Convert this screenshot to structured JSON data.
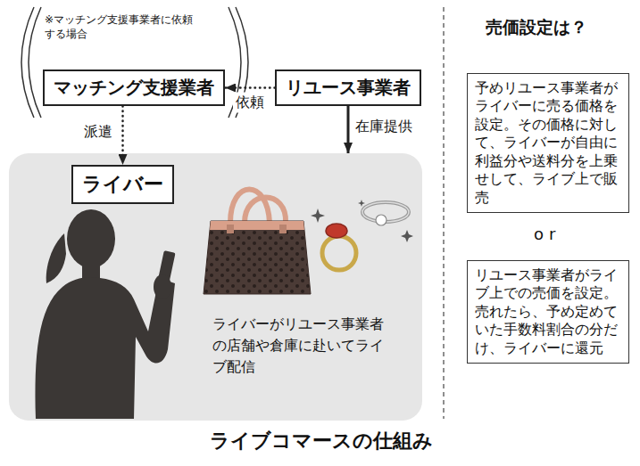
{
  "diagram": {
    "caption": "ライブコマースの仕組み",
    "nodes": [
      {
        "text": [
          "マッチング支援業者"
        ]
      },
      {
        "text": [
          "リユース事業者"
        ]
      },
      {
        "text": [
          "ライバーがリユース事業者の店舗や倉庫に赴いてライブ配信"
        ]
      },
      {
        "text": [
          "ライバー"
        ],
        "in": 2
      },
      {
        "text": [
          "予めリユース事業者がライバーに売る価格を設定。その価格に対して、ライバーが自由に利益分や送料分を上乗せして、ライブ上で販売"
        ]
      },
      {
        "text": [
          "リユース事業者がライブ上での売価を設定。売れたら、予め定めていた手数料割合の分だけ、ライバーに還元"
        ]
      }
    ],
    "edges": [
      {
        "from": 1,
        "to": 0,
        "arrow": "to",
        "label": "依頼"
      },
      {
        "from": 0,
        "to": 3,
        "arrow": "to",
        "label": "派遣"
      },
      {
        "from": 1,
        "to": 2,
        "arrow": "to",
        "label": "在庫提供"
      }
    ],
    "labels": [
      "※マッチング支援事業者に依頼する場合",
      "売価設定は？",
      "or"
    ]
  }
}
